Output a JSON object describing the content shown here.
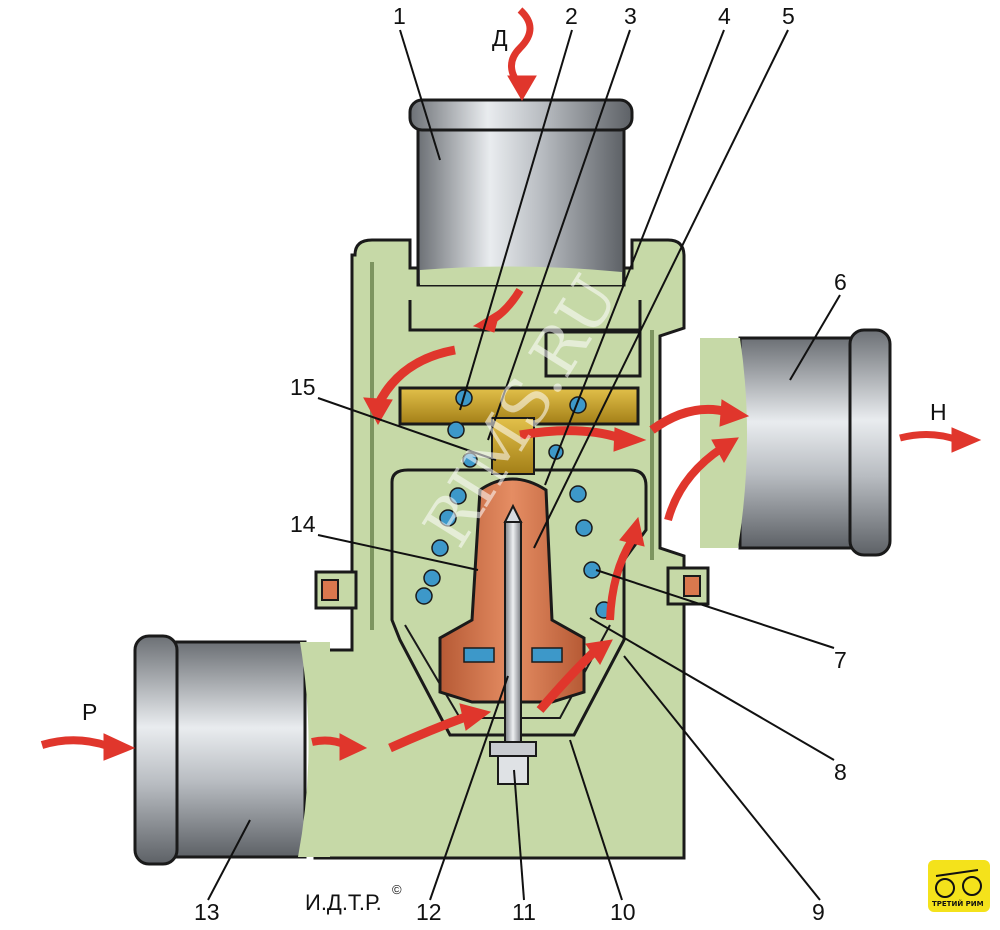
{
  "labels": {
    "n1": "1",
    "n2": "2",
    "n3": "3",
    "n4": "4",
    "n5": "5",
    "n6": "6",
    "n7": "7",
    "n8": "8",
    "n9": "9",
    "n10": "10",
    "n11": "11",
    "n12": "12",
    "n13": "13",
    "n14": "14",
    "n15": "15"
  },
  "flows": {
    "top": "Д",
    "right": "Н",
    "left": "Р"
  },
  "credit": "И.Д.Т.Р.",
  "credit_mark": "©",
  "watermark": "RIMS.RU",
  "logo": {
    "text": "ТРЕТИЙ РИМ"
  },
  "colors": {
    "body": "#c6d9a7",
    "body_dark": "#9fb57e",
    "outline": "#1a1a1a",
    "arrow": "#e0362c",
    "copper": "#d9784e",
    "brass": "#c9a227",
    "spring": "#3d98c9",
    "pipe": "#a9adb2",
    "logo_bg": "#f4e21b"
  }
}
